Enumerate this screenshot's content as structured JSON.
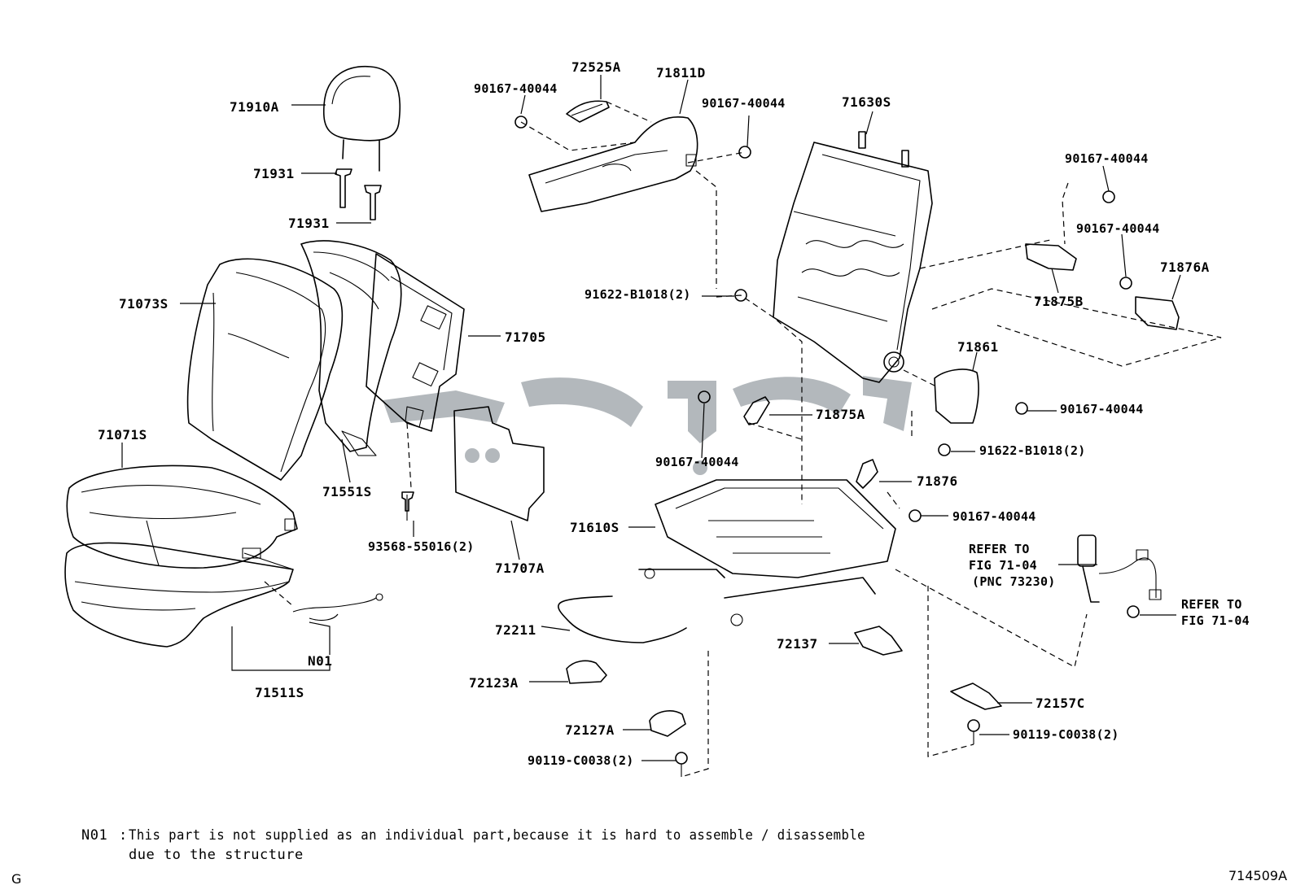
{
  "diagram": {
    "figure_code": "714509A",
    "corner_mark": "G",
    "watermark_text": "تك پارت",
    "note": {
      "code": "N01",
      "line1": "This part is not supplied as an individual part,because it is hard to assemble / disassemble",
      "line2": "due to the structure"
    },
    "labels": {
      "p71910A": "71910A",
      "p71931a": "71931",
      "p71931b": "71931",
      "p71073S": "71073S",
      "p71705": "71705",
      "p71071S": "71071S",
      "p71551S": "71551S",
      "p93568": "93568-55016(2)",
      "p71707A": "71707A",
      "pN01": "N01",
      "p71511S": "71511S",
      "p72525A": "72525A",
      "p71811D": "71811D",
      "p90167_a": "90167-40044",
      "p90167_b": "90167-40044",
      "p71630S": "71630S",
      "p90167_c": "90167-40044",
      "p90167_d": "90167-40044",
      "p71876A": "71876A",
      "p71875B": "71875B",
      "p91622_a": "91622-B1018(2)",
      "p71861": "71861",
      "p90167_e": "90167-40044",
      "p71875A": "71875A",
      "p90167_f": "90167-40044",
      "p91622_b": "91622-B1018(2)",
      "p71876": "71876",
      "p90167_g": "90167-40044",
      "p71610S": "71610S",
      "p72211": "72211",
      "p72137": "72137",
      "p72123A": "72123A",
      "p72127A": "72127A",
      "p90119_a": "90119-C0038(2)",
      "p72157C": "72157C",
      "p90119_b": "90119-C0038(2)",
      "refer1_l1": "REFER TO",
      "refer1_l2": "FIG 71-04",
      "refer1_l3": "(PNC 73230)",
      "refer2_l1": "REFER TO",
      "refer2_l2": "FIG 71-04"
    }
  }
}
